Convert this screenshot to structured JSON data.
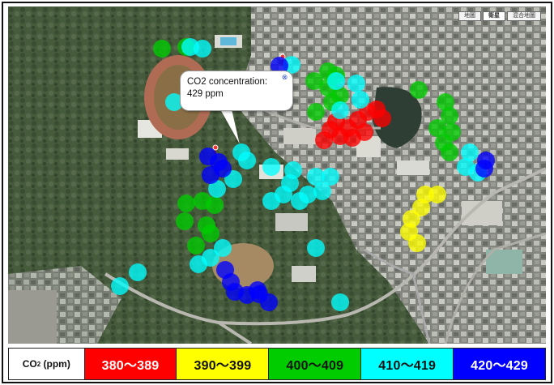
{
  "map": {
    "controls": [
      "地圖",
      "衛星",
      "混合地圖"
    ],
    "active_control": 1,
    "info_window": {
      "line1": "CO2 concentration:",
      "line2": "429 ppm"
    }
  },
  "legend": {
    "title_prefix": "CO",
    "title_sub": "2",
    "title_suffix": " (ppm)",
    "ranges": [
      {
        "label": "380～389",
        "color": "#ff0000",
        "text_color": "#ffffff"
      },
      {
        "label": "390～399",
        "color": "#ffff00",
        "text_color": "#111111"
      },
      {
        "label": "400～409",
        "color": "#00cc00",
        "text_color": "#111111"
      },
      {
        "label": "410～419",
        "color": "#00ffff",
        "text_color": "#111111"
      },
      {
        "label": "420～429",
        "color": "#0000ff",
        "text_color": "#ffffff"
      }
    ]
  },
  "measurements": {
    "red": [
      [
        398,
        152
      ],
      [
        410,
        160
      ],
      [
        420,
        150
      ],
      [
        432,
        140
      ],
      [
        444,
        130
      ],
      [
        455,
        127
      ],
      [
        462,
        138
      ],
      [
        440,
        155
      ],
      [
        425,
        162
      ],
      [
        390,
        165
      ],
      [
        405,
        142
      ]
    ],
    "yellow": [
      [
        515,
        232
      ],
      [
        530,
        232
      ],
      [
        510,
        248
      ],
      [
        498,
        262
      ],
      [
        495,
        278
      ],
      [
        505,
        292
      ]
    ],
    "green": [
      [
        190,
        52
      ],
      [
        220,
        50
      ],
      [
        378,
        92
      ],
      [
        395,
        100
      ],
      [
        405,
        85
      ],
      [
        410,
        110
      ],
      [
        400,
        118
      ],
      [
        380,
        130
      ],
      [
        507,
        103
      ],
      [
        540,
        118
      ],
      [
        545,
        135
      ],
      [
        548,
        155
      ],
      [
        538,
        168
      ],
      [
        545,
        180
      ],
      [
        530,
        150
      ],
      [
        220,
        243
      ],
      [
        240,
        240
      ],
      [
        255,
        245
      ],
      [
        245,
        270
      ],
      [
        250,
        280
      ],
      [
        218,
        265
      ],
      [
        232,
        295
      ],
      [
        395,
        80
      ]
    ],
    "cyan": [
      [
        225,
        50
      ],
      [
        240,
        52
      ],
      [
        350,
        72
      ],
      [
        430,
        95
      ],
      [
        435,
        115
      ],
      [
        410,
        128
      ],
      [
        205,
        118
      ],
      [
        295,
        190
      ],
      [
        278,
        213
      ],
      [
        258,
        225
      ],
      [
        325,
        198
      ],
      [
        348,
        218
      ],
      [
        352,
        202
      ],
      [
        380,
        210
      ],
      [
        398,
        210
      ],
      [
        388,
        228
      ],
      [
        370,
        232
      ],
      [
        360,
        240
      ],
      [
        340,
        232
      ],
      [
        325,
        240
      ],
      [
        265,
        298
      ],
      [
        250,
        310
      ],
      [
        235,
        318
      ],
      [
        160,
        328
      ],
      [
        138,
        345
      ],
      [
        380,
        298
      ],
      [
        410,
        365
      ],
      [
        288,
        180
      ],
      [
        570,
        180
      ],
      [
        565,
        198
      ],
      [
        580,
        205
      ],
      [
        405,
        92
      ]
    ],
    "blue": [
      [
        335,
        73
      ],
      [
        247,
        185
      ],
      [
        260,
        192
      ],
      [
        265,
        200
      ],
      [
        250,
        208
      ],
      [
        268,
        325
      ],
      [
        275,
        340
      ],
      [
        280,
        352
      ],
      [
        295,
        356
      ],
      [
        310,
        355
      ],
      [
        322,
        365
      ],
      [
        308,
        350
      ],
      [
        590,
        190
      ],
      [
        588,
        200
      ]
    ]
  }
}
